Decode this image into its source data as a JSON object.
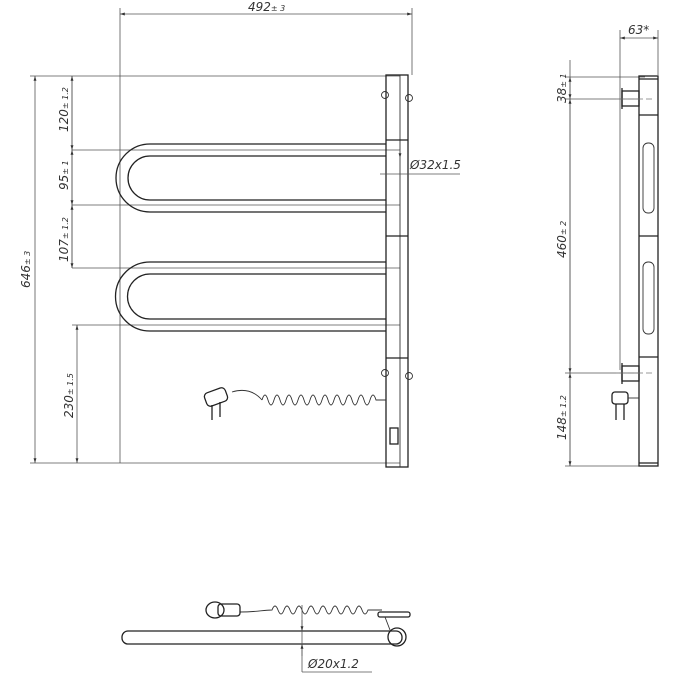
{
  "front_view": {
    "width": {
      "value": "492",
      "tol": "± 3"
    },
    "height": {
      "value": "646",
      "tol": "± 3"
    },
    "top_offset": {
      "value": "120",
      "tol": "± 1.2"
    },
    "rail_gap_upper": {
      "value": "95",
      "tol": "± 1"
    },
    "rail_gap_between": {
      "value": "107",
      "tol": "± 1.2"
    },
    "bottom_offset": {
      "value": "230",
      "tol": "± 1.5"
    },
    "rail_pipe": "Ø32x1.5"
  },
  "side_view": {
    "depth": "63*",
    "top_mount": {
      "value": "38",
      "tol": "± 1"
    },
    "mount_spacing": {
      "value": "460",
      "tol": "± 2"
    },
    "bottom_mount": {
      "value": "148",
      "tol": "± 1.2"
    }
  },
  "top_view": {
    "pipe": "Ø20x1.2"
  }
}
